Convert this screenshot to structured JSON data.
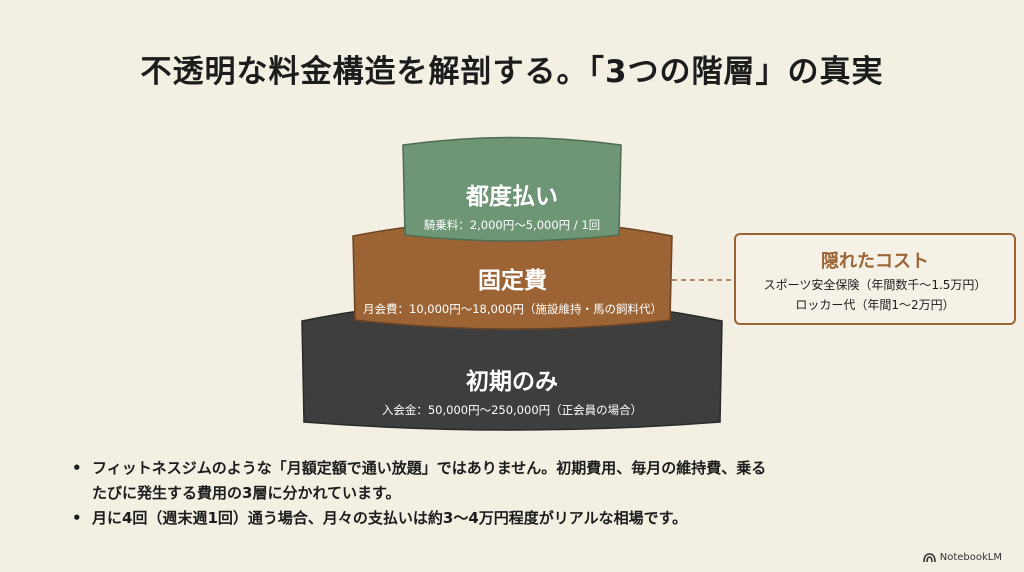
{
  "title": "不透明な料金構造を解剖する。「3つの階層」の真実",
  "tiers": [
    {
      "name": "都度払い",
      "detail": "騎乗料：2,000円〜5,000円 / 1回",
      "color": "#6e9676"
    },
    {
      "name": "固定費",
      "detail": "月会費：10,000円〜18,000円（施設維持・馬の飼料代）",
      "color": "#9c6434"
    },
    {
      "name": "初期のみ",
      "detail": "入会金：50,000円〜250,000円（正会員の場合）",
      "color": "#3e3e3e"
    }
  ],
  "callout": {
    "title": "隠れたコスト",
    "lines": [
      "スポーツ安全保険（年間数千〜1.5万円）",
      "ロッカー代（年間1〜2万円）"
    ],
    "accent": "#9c6434"
  },
  "bullets": [
    {
      "line1": "フィットネスジムのような「月額定額で通い放題」ではありません。初期費用、毎月の維持費、乗る",
      "line2": "たびに発生する費用の3層に分かれています。"
    },
    {
      "line1": "月に4回（週末週1回）通う場合、月々の支払いは約3〜4万円程度がリアルな相場です。",
      "line2": ""
    }
  ],
  "bullet_marker": "•",
  "brand": "NotebookLM"
}
